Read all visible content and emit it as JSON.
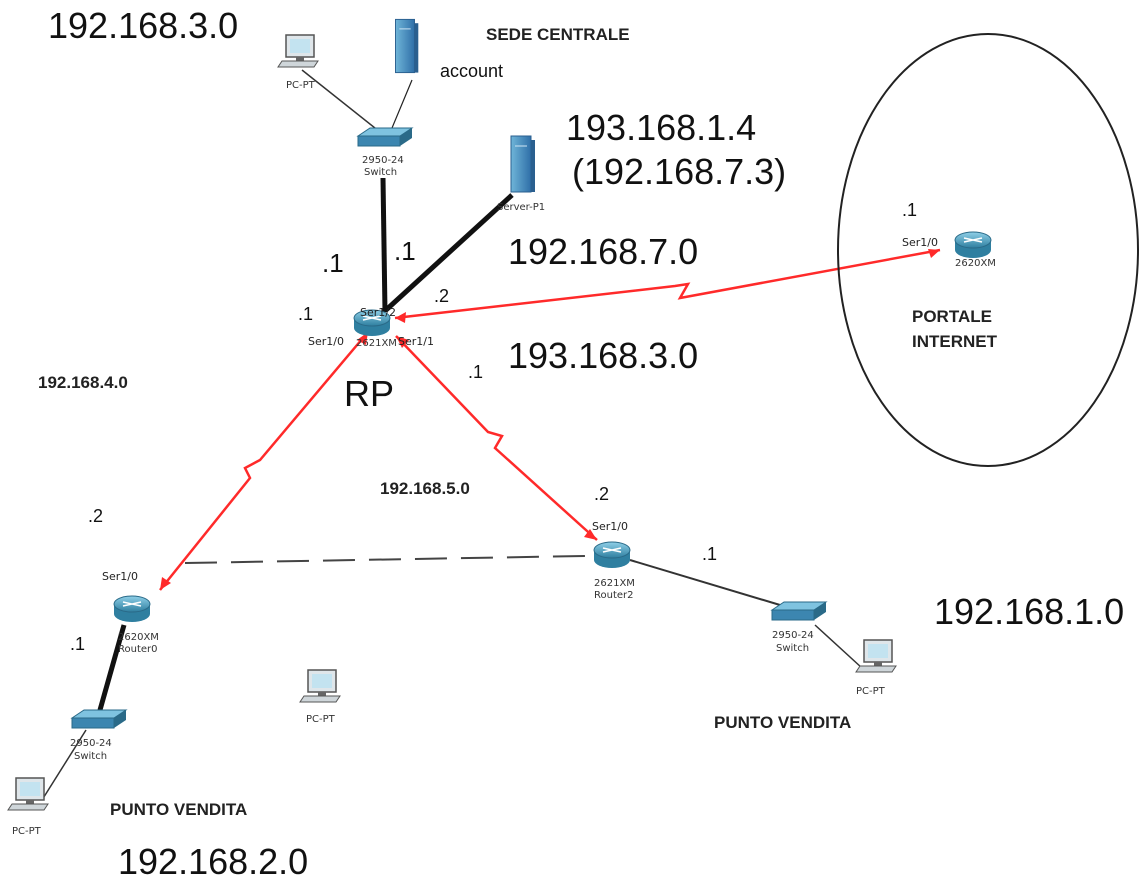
{
  "title": "SEDE CENTRALE",
  "networks": {
    "lan_sede": "192.168.3.0",
    "server_ip": "193.168.1.4",
    "server_ip_alt": "(192.168.7.3)",
    "link_internet": "192.168.7.0",
    "wan_3": "193.168.3.0",
    "wan_4": "192.168.4.0",
    "wan_5": "192.168.5.0",
    "lan_right": "192.168.1.0",
    "lan_left": "192.168.2.0"
  },
  "host_octets": {
    "sw_top": ".1",
    "server": ".1",
    "rp_left": ".1",
    "rp_right": ".2",
    "rp_wan3": ".1",
    "internet": ".1",
    "router0": ".2",
    "router0_lan": ".1",
    "router2": ".2",
    "router2_lan": ".1"
  },
  "labels": {
    "rp": "RP",
    "portale_line1": "PORTALE",
    "portale_line2": "INTERNET",
    "punto_vendita_right": "PUNTO VENDITA",
    "punto_vendita_left": "PUNTO VENDITA",
    "account": "account"
  },
  "devices": {
    "pc_top": "PC-PT",
    "switch_top_model": "2950-24",
    "switch_top_type": "Switch",
    "server": "Server-P1",
    "rp_model": "2621XM",
    "internet_router": "2620XM",
    "router2_model": "2621XM",
    "router2_name": "Router2",
    "router0_model": "2620XM",
    "router0_name": "Router0",
    "switch_right_model": "2950-24",
    "switch_right_type": "Switch",
    "switch_left_model": "2950-24",
    "switch_left_type": "Switch",
    "pc_right": "PC-PT",
    "pc_left": "PC-PT",
    "pc_mid": "PC-PT"
  },
  "ports": {
    "rp_ser2": "Ser1/2",
    "rp_ser0": "Ser1/0",
    "rp_ser1": "Ser1/1",
    "internet_ser": "Ser1/0",
    "router2_ser": "Ser1/0",
    "router0_ser": "Ser1/0"
  },
  "colors": {
    "serial_link": "#ff2a2a",
    "ethernet_link": "#111111",
    "router": "#3a8fb0",
    "switch": "#4a9ab8",
    "server": "#4d8fc8"
  }
}
